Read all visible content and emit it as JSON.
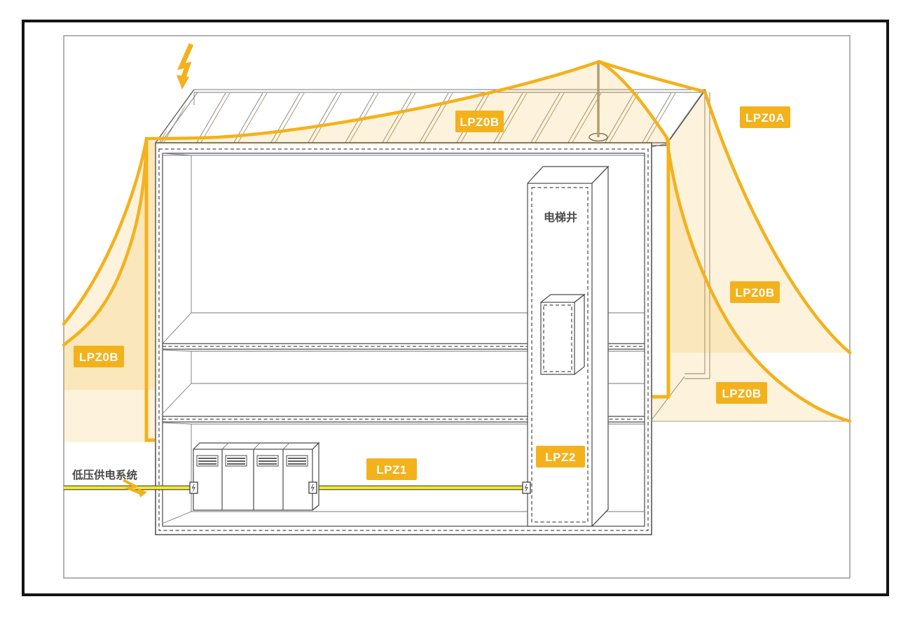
{
  "diagram": {
    "title_hint": "lightning-protection-zones-diagram",
    "badges": {
      "roof_lpz0b": "LPZ0B",
      "outer_lpz0a": "LPZ0A",
      "right_upper_lpz0b": "LPZ0B",
      "right_lower_lpz0b": "LPZ0B",
      "left_lpz0b": "LPZ0B",
      "ground_lpz1": "LPZ1",
      "shaft_lpz2": "LPZ2"
    },
    "texts": {
      "elevator_shaft": "电梯井",
      "power_system": "低压供电系统"
    },
    "colors": {
      "accent": "#F3B11C",
      "zone_fill": "rgba(243,177,28,0.16)",
      "cable_core": "#F2E72E",
      "line": "#4a4a4a",
      "frame_outer": "#141414",
      "frame_inner": "#999999"
    },
    "icons": [
      "lightning-strike-icon",
      "air-terminal-icon",
      "surge-break-icon",
      "spd-icon"
    ]
  }
}
